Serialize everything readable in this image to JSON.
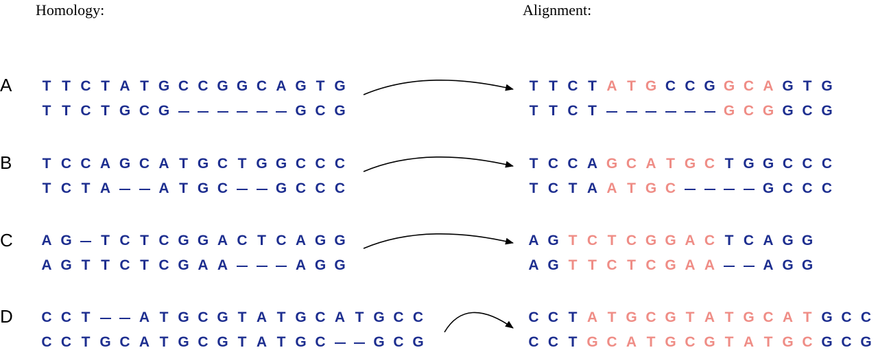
{
  "headings": {
    "left": "Homology:",
    "right": "Alignment:"
  },
  "colors": {
    "blue": "#1d2e8f",
    "pink": "#ef8d86",
    "arrow": "#000000"
  },
  "rows": [
    {
      "label": "A",
      "homology": [
        "TTCTATGCCGGCAGTG",
        "TTCTGCG------GCG"
      ],
      "alignment": [
        "TTCTATGCCGGCAGTG",
        "TTCT------GCGGCG"
      ],
      "highlight": [
        [
          4,
          5,
          6,
          10,
          11,
          12
        ],
        [
          10,
          11,
          12
        ]
      ]
    },
    {
      "label": "B",
      "homology": [
        "TCCAGCATGCTGGCCC",
        "TCTA--ATGC--GCCC"
      ],
      "alignment": [
        "TCCAGCATGCTGGCCC",
        "TCTAATGC----GCCC"
      ],
      "highlight": [
        [
          4,
          5,
          6,
          7,
          8,
          9
        ],
        [
          4,
          5,
          6,
          7
        ]
      ]
    },
    {
      "label": "C",
      "homology": [
        "AG-TCTCGGACTCAGG",
        "AGTTCTCGAA---AGG"
      ],
      "alignment": [
        "AGTCTCGGACTCAGG",
        "AGTTCTCGAA--AGG"
      ],
      "highlight": [
        [
          2,
          3,
          4,
          5,
          6,
          7,
          8,
          9
        ],
        [
          2,
          3,
          4,
          5,
          6,
          7,
          8,
          9
        ]
      ]
    },
    {
      "label": "D",
      "homology": [
        "CCT--ATGCGTATGCATGCC",
        "CCTGCATGCGTATGC--GCG"
      ],
      "alignment": [
        "CCTATGCGTATGCATGCC",
        "CCTGCATGCGTATGCGCG"
      ],
      "highlight": [
        [
          3,
          4,
          5,
          6,
          7,
          8,
          9,
          10,
          11,
          12,
          13,
          14
        ],
        [
          3,
          4,
          5,
          6,
          7,
          8,
          9,
          10,
          11,
          12,
          13,
          14
        ]
      ]
    }
  ]
}
